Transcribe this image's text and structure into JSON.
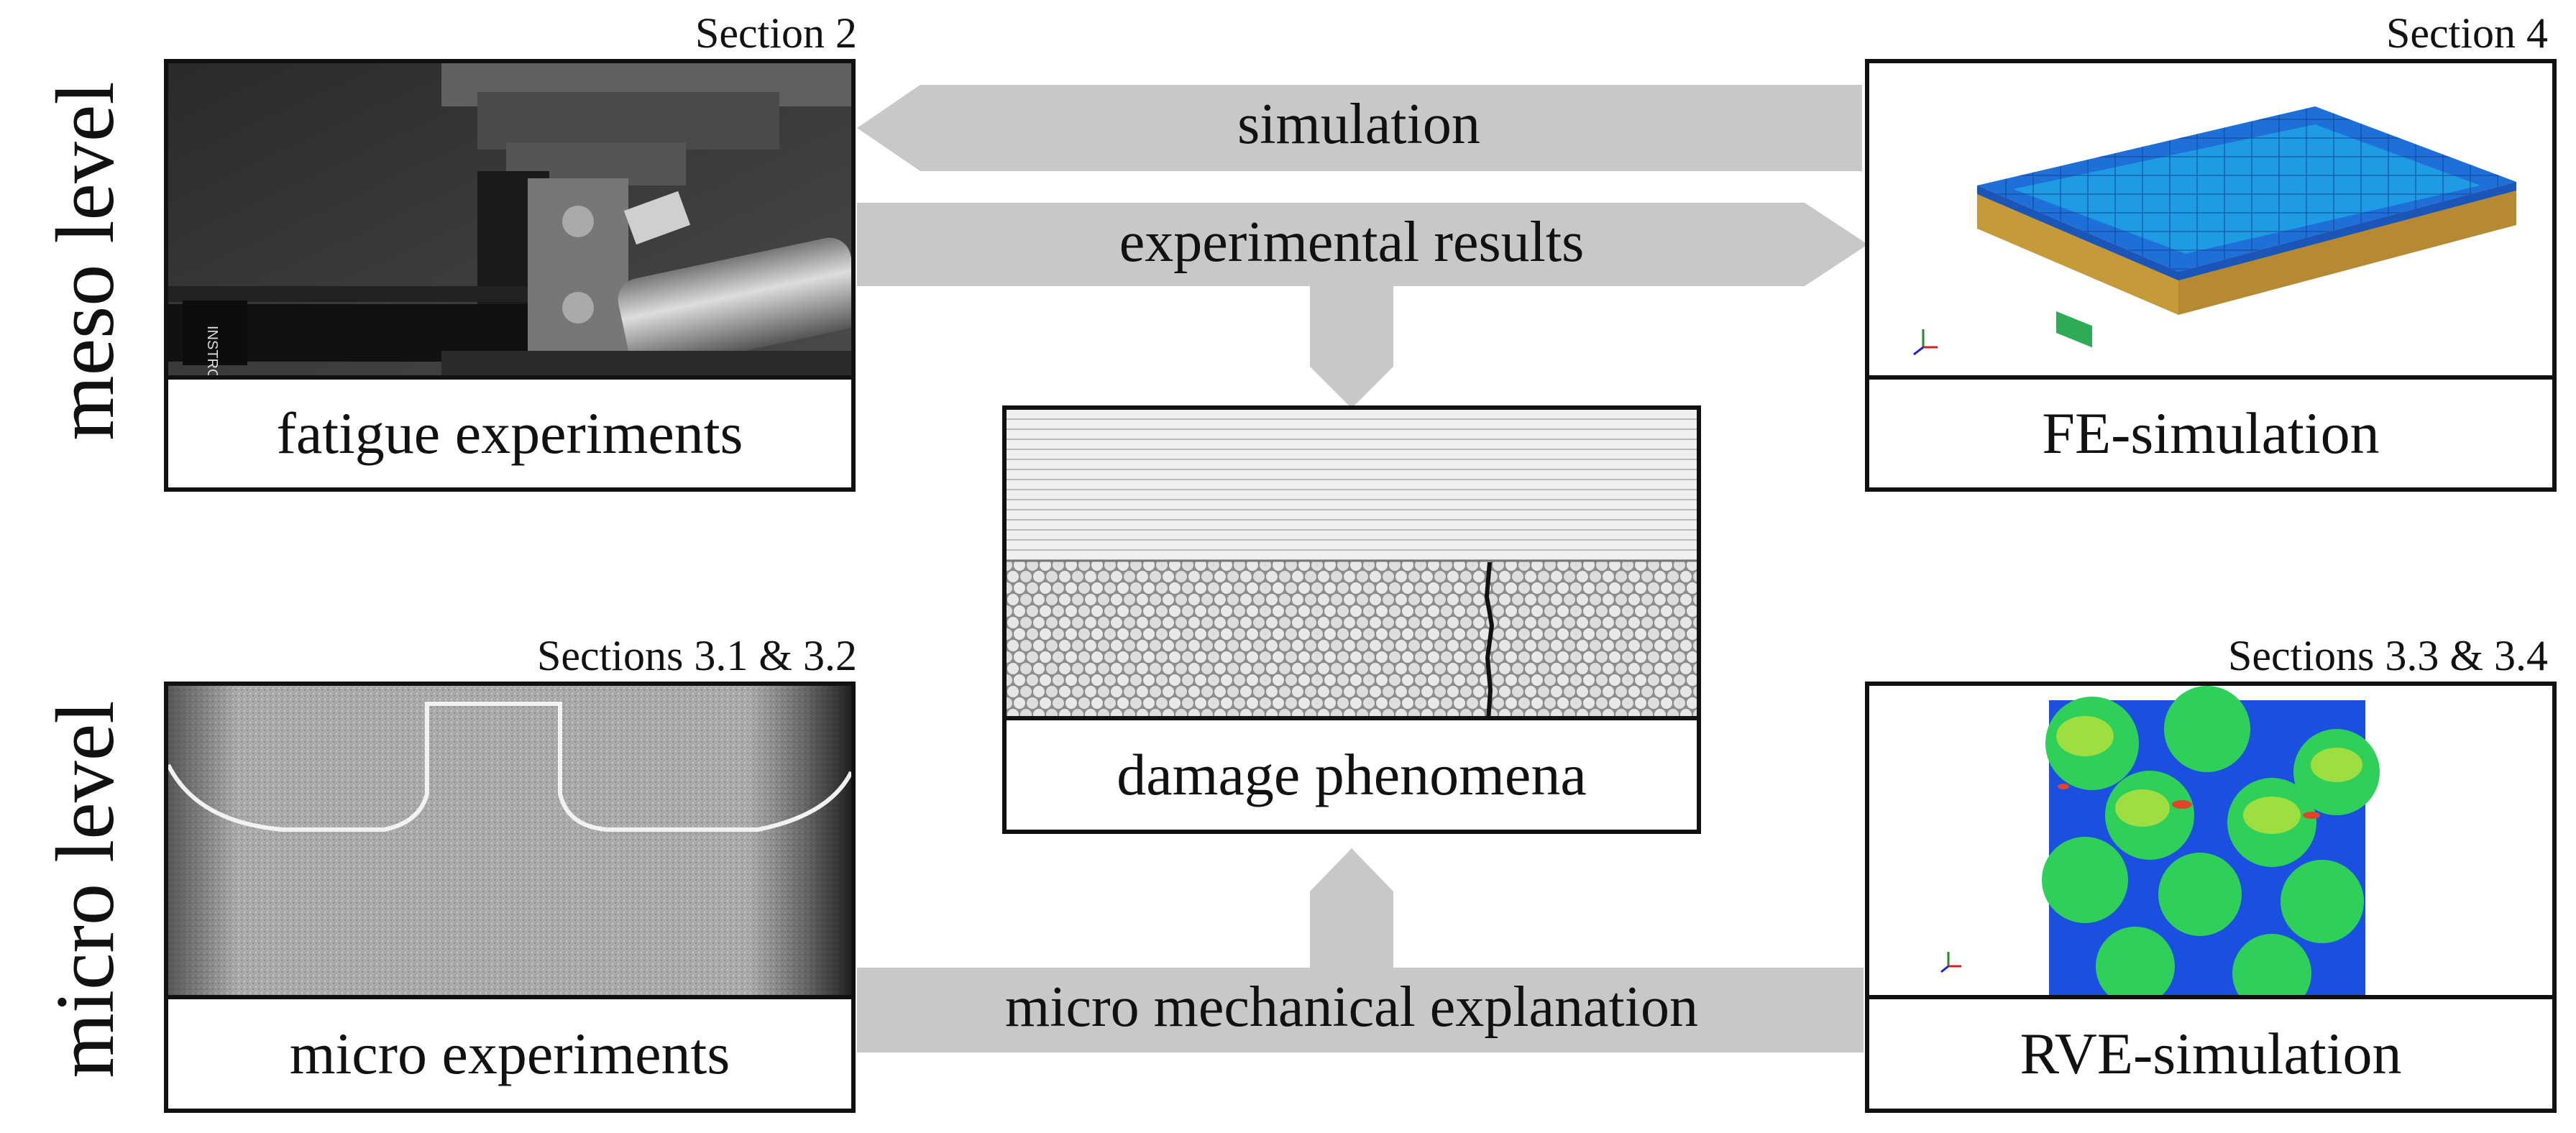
{
  "levels": {
    "meso": "meso level",
    "micro": "micro level"
  },
  "panels": {
    "fatigue": {
      "section": "Section 2",
      "caption": "fatigue experiments"
    },
    "fe": {
      "section": "Section 4",
      "caption": "FE-simulation"
    },
    "damage": {
      "caption": "damage phenomena"
    },
    "micro": {
      "section": "Sections 3.1 & 3.2",
      "caption": "micro experiments"
    },
    "rve": {
      "section": "Sections 3.3 & 3.4",
      "caption": "RVE-simulation"
    }
  },
  "arrows": {
    "simulation": "simulation",
    "experimental": "experimental results",
    "micro_mech": "micro mechanical explanation"
  },
  "photo_text": {
    "instron": "INSTRON"
  },
  "colors": {
    "arrow": "#c8c8c8",
    "frame": "#111111"
  }
}
